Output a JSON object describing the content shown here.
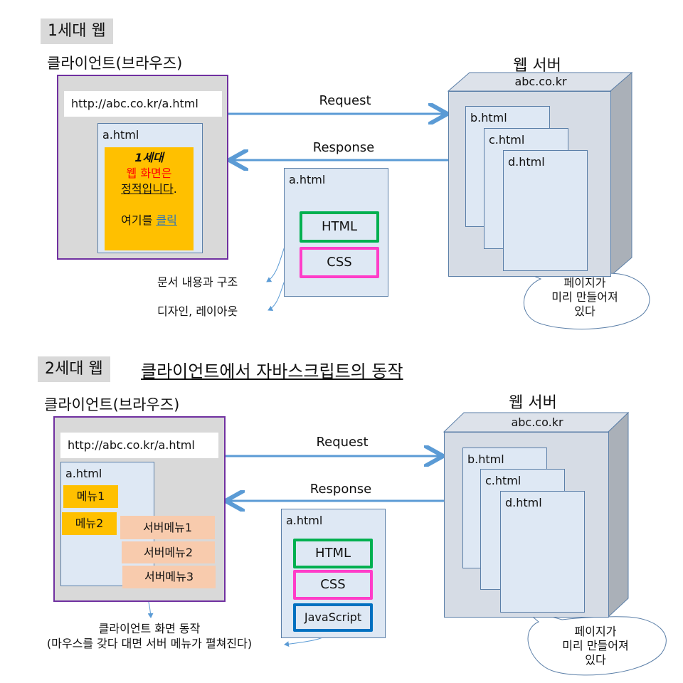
{
  "gen1": {
    "label": "1세대 웹",
    "client_title": "클라이언트(브라우즈)",
    "url": "http://abc.co.kr/a.html",
    "doc_label": "a.html",
    "content": {
      "heading": "1세대",
      "line1": "웹 화면은",
      "line2_underlined": "정적입니다",
      "line2_tail": ".",
      "line3_prefix": "여기를 ",
      "line3_link": "클릭"
    },
    "request_label": "Request",
    "response_label": "Response",
    "response_doc": {
      "label": "a.html",
      "parts": [
        "HTML",
        "CSS"
      ]
    },
    "notes": [
      "문서 내용과 구조",
      "디자인, 레이아웃"
    ],
    "server": {
      "title": "웹 서버",
      "host": "abc.co.kr",
      "pages": [
        "b.html",
        "c.html",
        "d.html"
      ],
      "bubble": [
        "페이지가",
        "미리 만들어져",
        "있다"
      ]
    }
  },
  "gen2": {
    "label": "2세대 웹",
    "subtitle": "클라이언트에서 자바스크립트의 동작",
    "client_title": "클라이언트(브라우즈)",
    "url": "http://abc.co.kr/a.html",
    "doc_label": "a.html",
    "menus": [
      "메뉴1",
      "메뉴2"
    ],
    "server_menus": [
      "서버메뉴1",
      "서버메뉴2",
      "서버메뉴3"
    ],
    "request_label": "Request",
    "response_label": "Response",
    "response_doc": {
      "label": "a.html",
      "parts": [
        "HTML",
        "CSS",
        "JavaScript"
      ]
    },
    "note_lines": [
      "클라이언트 화면 동작",
      "(마우스를 갖다 대면 서버 메뉴가 펼쳐진다)"
    ],
    "server": {
      "title": "웹 서버",
      "host": "abc.co.kr",
      "pages": [
        "b.html",
        "c.html",
        "d.html"
      ],
      "bubble": [
        "페이지가",
        "미리 만들어져",
        "있다"
      ]
    }
  },
  "colors": {
    "arrow": "#5b9bd5",
    "browser_border": "#7030a0",
    "html_border": "#00b050",
    "css_border": "#ff3dc8",
    "js_border": "#0070c0",
    "content_bg": "#ffc000",
    "server_menu_bg": "#f8cbad",
    "red_text": "#ff0000",
    "link_text": "#2e75b6"
  }
}
